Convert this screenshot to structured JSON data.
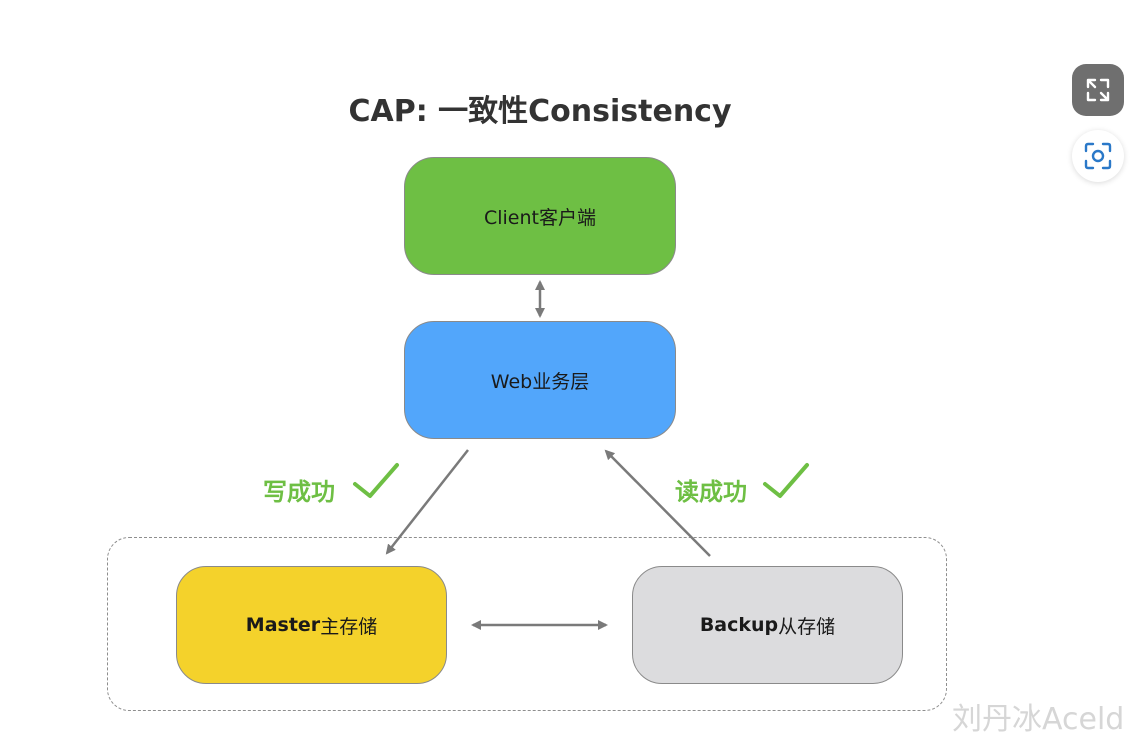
{
  "diagram": {
    "title": "CAP: 一致性Consistency",
    "nodes": {
      "client": "Client客户端",
      "web": "Web业务层",
      "master_bold": "Master",
      "master_rest": "主存储",
      "backup_bold": "Backup",
      "backup_rest": "从存储"
    },
    "status": {
      "write": "写成功",
      "read": "读成功"
    },
    "colors": {
      "client": "#6ebf44",
      "web": "#52a6fb",
      "master": "#f4d22b",
      "backup": "#dcdcde",
      "success": "#6ebf44",
      "arrow": "#7a7a7a"
    }
  },
  "toolbar": {
    "expand_icon": "expand-icon",
    "scan_icon": "scan-icon"
  },
  "watermark": "刘丹冰Aceld"
}
